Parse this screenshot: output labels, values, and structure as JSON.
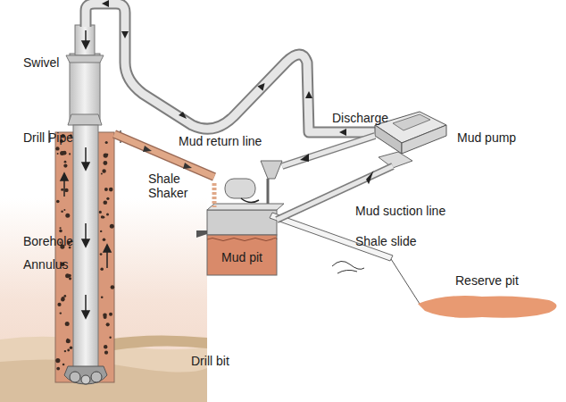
{
  "diagram": {
    "nodes": [
      {
        "text": [
          "Mud pit"
        ]
      }
    ],
    "labels": [
      "Swivel",
      "Drill Pipe",
      "Mud return line",
      "Discharge",
      "Mud pump",
      "Shale Shaker",
      "Borehole",
      "Annulus",
      "Mud suction line",
      "Shale slide",
      "Reserve pit",
      "Drill bit"
    ]
  }
}
